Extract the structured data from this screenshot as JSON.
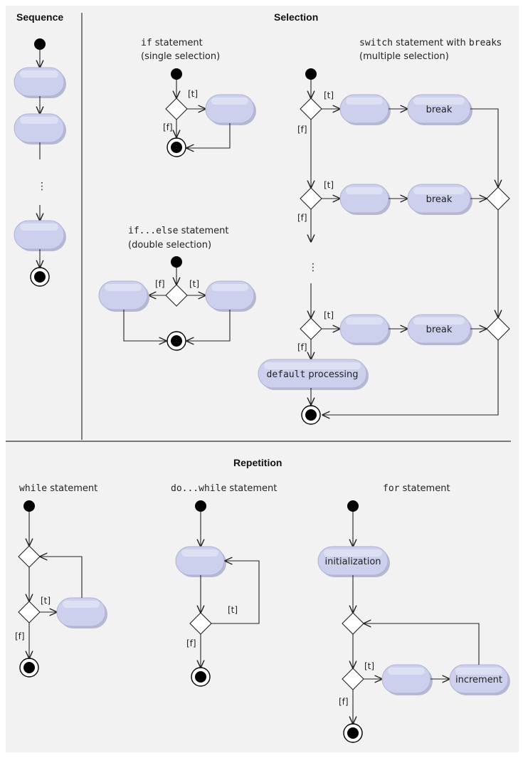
{
  "headings": {
    "sequence": "Sequence",
    "selection": "Selection",
    "repetition": "Repetition"
  },
  "if_stmt": {
    "keyword": "if",
    "caption_rest": " statement",
    "subcaption": "(single selection)"
  },
  "if_else_stmt": {
    "keyword": "if...else",
    "caption_rest": " statement",
    "subcaption": "(double selection)"
  },
  "switch_stmt": {
    "keyword": "switch",
    "caption_mid": " statement with ",
    "keyword2": "break",
    "caption_end": "s",
    "subcaption": "(multiple selection)",
    "break_label": "break",
    "default_keyword": "default",
    "default_rest": " processing"
  },
  "while_stmt": {
    "keyword": "while",
    "caption_rest": " statement"
  },
  "do_while_stmt": {
    "keyword": "do...while",
    "caption_rest": " statement"
  },
  "for_stmt": {
    "keyword": "for",
    "caption_rest": " statement",
    "init_label": "initialization",
    "increment_label": "increment"
  },
  "guards": {
    "true": "[t]",
    "false": "[f]"
  },
  "ellipsis": "⋮",
  "colors": {
    "background": "#f2f2f2",
    "activity_fill": "#cdd0ec",
    "activity_shadow": "#b6b8cf",
    "line": "#222222"
  }
}
